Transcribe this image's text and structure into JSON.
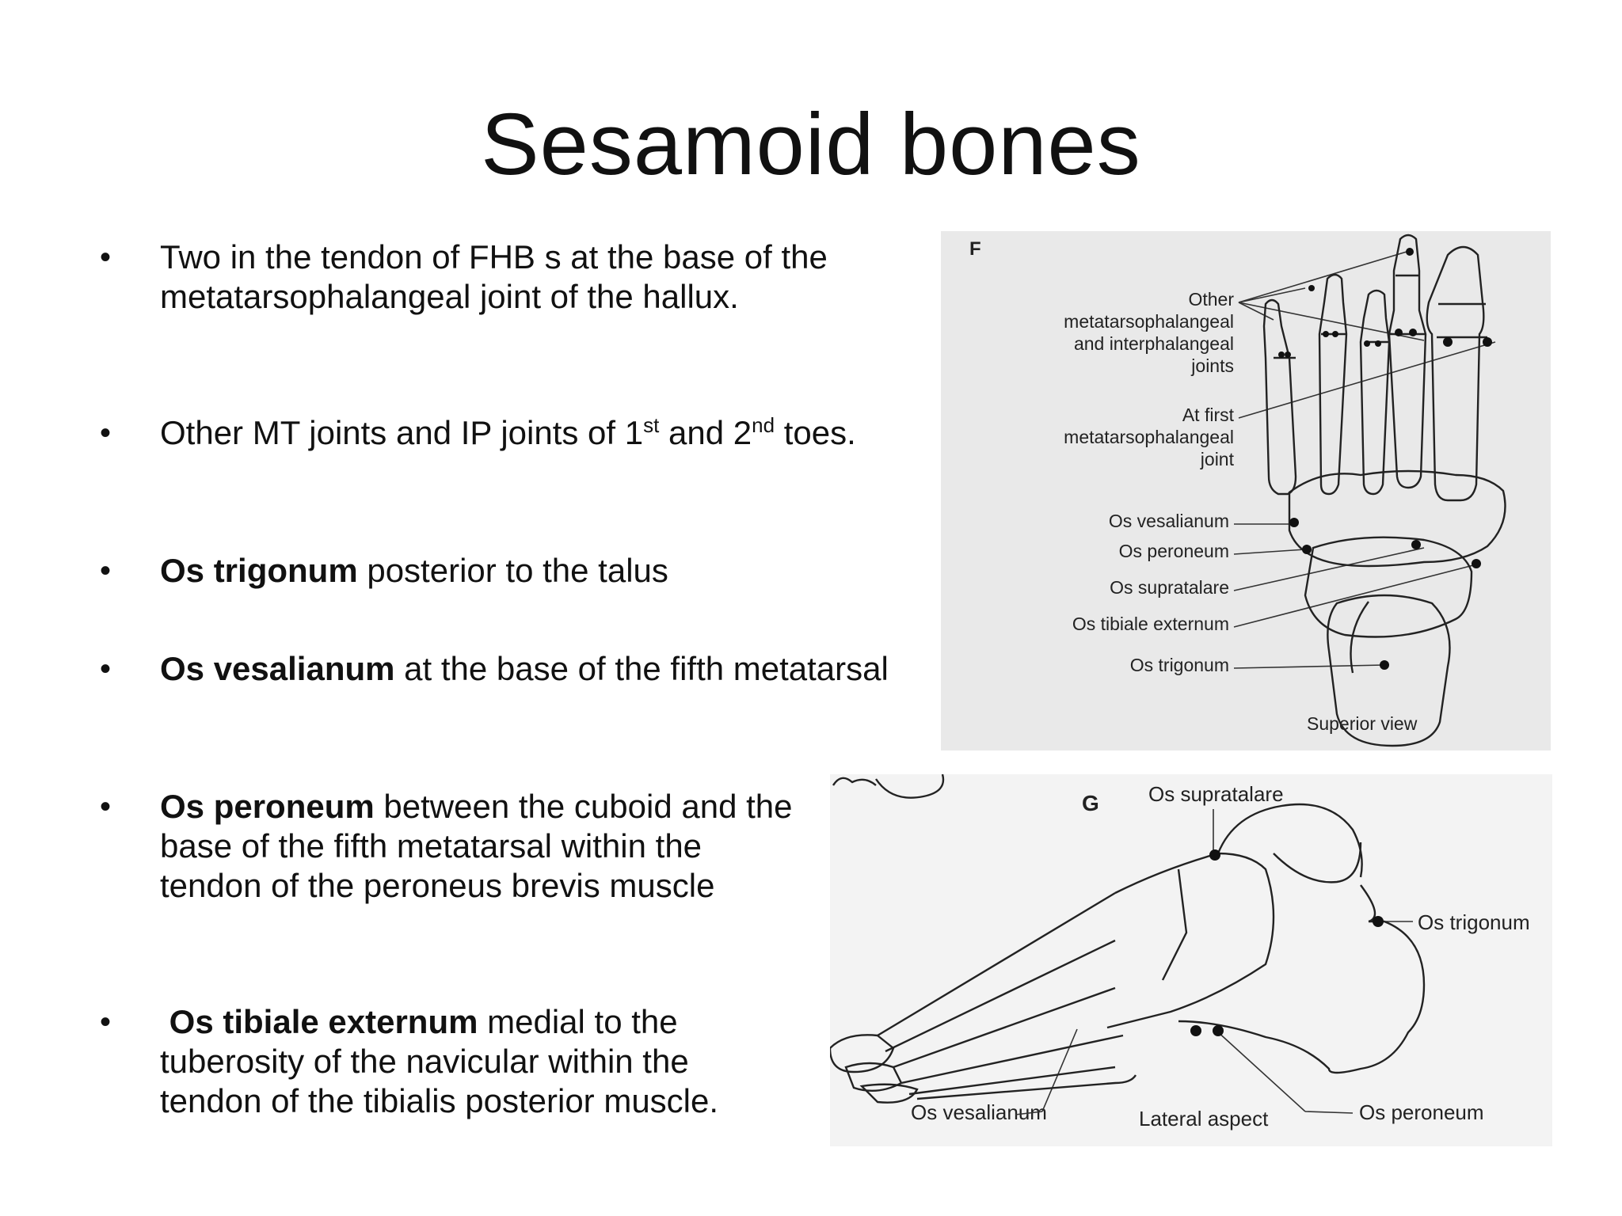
{
  "slide": {
    "title": "Sesamoid bones"
  },
  "bullets": [
    {
      "bold": "",
      "text": "Two  in the tendon of FHB s at the base of the metatarsophalangeal joint of the hallux."
    },
    {
      "bold": "",
      "text_before": "Other MT joints and IP joints of 1",
      "sup1": "st",
      "text_mid": " and 2",
      "sup2": "nd",
      "text_after": " toes."
    },
    {
      "bold": "Os trigonum",
      "text": " posterior to the talus"
    },
    {
      "bold": "Os vesalianum",
      "text": " at the base of the fifth metatarsal"
    },
    {
      "bold": "Os peroneum",
      "text": " between the cuboid and the base of the fifth metatarsal within the tendon of the peroneus brevis muscle"
    },
    {
      "bold": " Os tibiale externum",
      "text": " medial to the tuberosity of the navicular within the tendon of the tibialis posterior muscle."
    }
  ],
  "figure_f": {
    "panel_letter": "F",
    "labels": {
      "other_1": "Other",
      "other_2": "metatarsophalangeal",
      "other_3": "and interphalangeal",
      "other_4": "joints",
      "first_1": "At first",
      "first_2": "metatarsophalangeal",
      "first_3": "joint",
      "vesalianum": "Os vesalianum",
      "peroneum": "Os peroneum",
      "supratalare": "Os supratalare",
      "tibiale": "Os tibiale externum",
      "trigonum": "Os trigonum",
      "caption": "Superior view"
    }
  },
  "figure_g": {
    "panel_letter": "G",
    "labels": {
      "supratalare": "Os supratalare",
      "trigonum": "Os trigonum",
      "vesalianum": "Os vesalianum",
      "caption": "Lateral aspect",
      "peroneum": "Os peroneum"
    }
  }
}
